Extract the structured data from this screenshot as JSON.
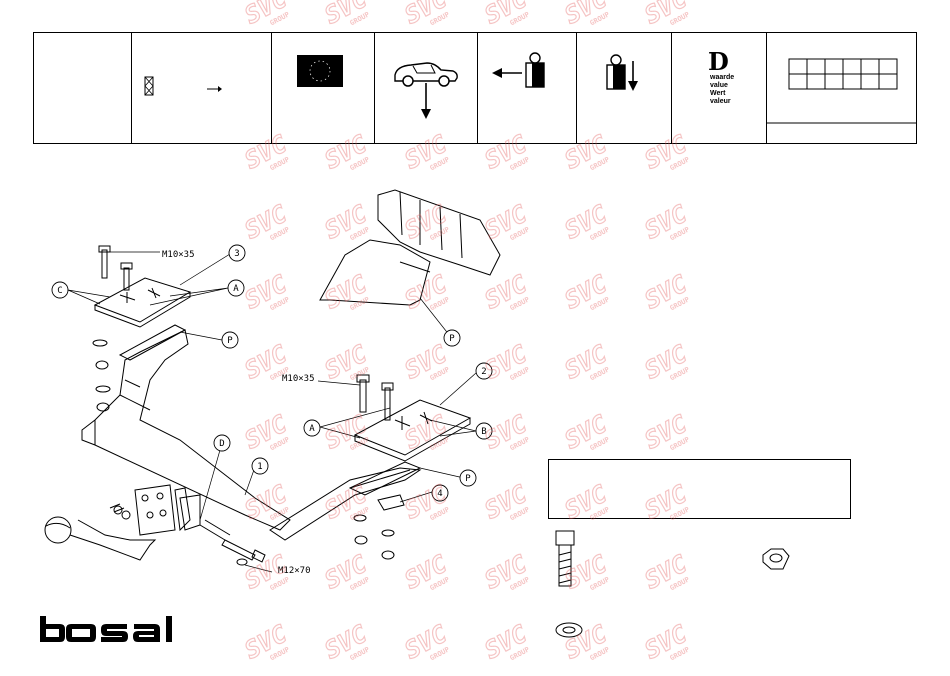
{
  "header": {
    "d_letter": "D",
    "d_terms": [
      "waarde",
      "value",
      "Wert",
      "valeur"
    ]
  },
  "labels": {
    "bolt_top_left": "M10×35",
    "bolt_mid": "M10×35",
    "bolt_bottom": "M12×70"
  },
  "callouts": [
    "C",
    "A",
    "3",
    "P",
    "P",
    "2",
    "A",
    "B",
    "D",
    "1",
    "P",
    "4"
  ],
  "brand": "bosal",
  "watermark": {
    "text": "SVC",
    "subtext": "GROUP",
    "color": "#e35a5a"
  }
}
